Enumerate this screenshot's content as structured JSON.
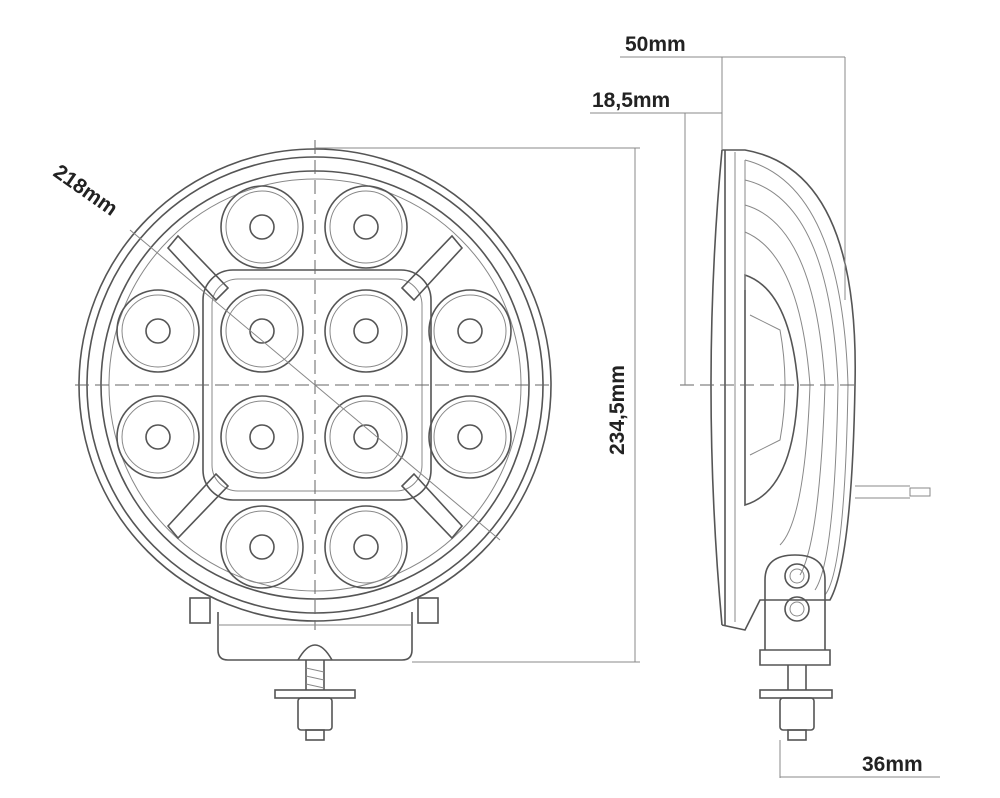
{
  "dimensions": {
    "diameter": "218mm",
    "height": "234,5mm",
    "depth_total": "50mm",
    "depth_front": "18,5mm",
    "bracket_width": "36mm"
  },
  "front_view": {
    "led_count": 12
  },
  "colors": {
    "line": "#555555",
    "text": "#222222"
  }
}
